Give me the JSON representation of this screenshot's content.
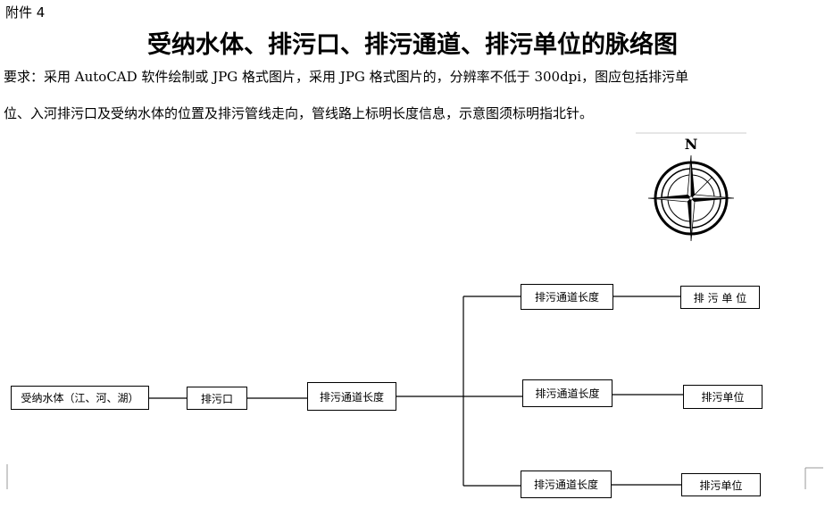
{
  "header": {
    "annex": "附件 4",
    "title": "受纳水体、排污口、排污通道、排污单位的脉络图"
  },
  "requirements": {
    "line1": "要求：采用 AutoCAD 软件绘制或 JPG 格式图片，采用 JPG 格式图片的，分辨率不低于 300dpi，图应包括排污单",
    "line2": "位、入河排污口及受纳水体的位置及排污管线走向，管线路上标明长度信息，示意图须标明指北针。"
  },
  "compass": {
    "north_label": "N"
  },
  "diagram": {
    "receiving_water": "受纳水体（江、河、湖）",
    "outfall": "排污口",
    "main_channel": "排污通道长度",
    "branches": [
      {
        "channel": "排污通道长度",
        "unit": "排 污 单 位"
      },
      {
        "channel": "排污通道长度",
        "unit": "排污单位"
      },
      {
        "channel": "排污通道长度",
        "unit": "排污单位"
      }
    ]
  }
}
